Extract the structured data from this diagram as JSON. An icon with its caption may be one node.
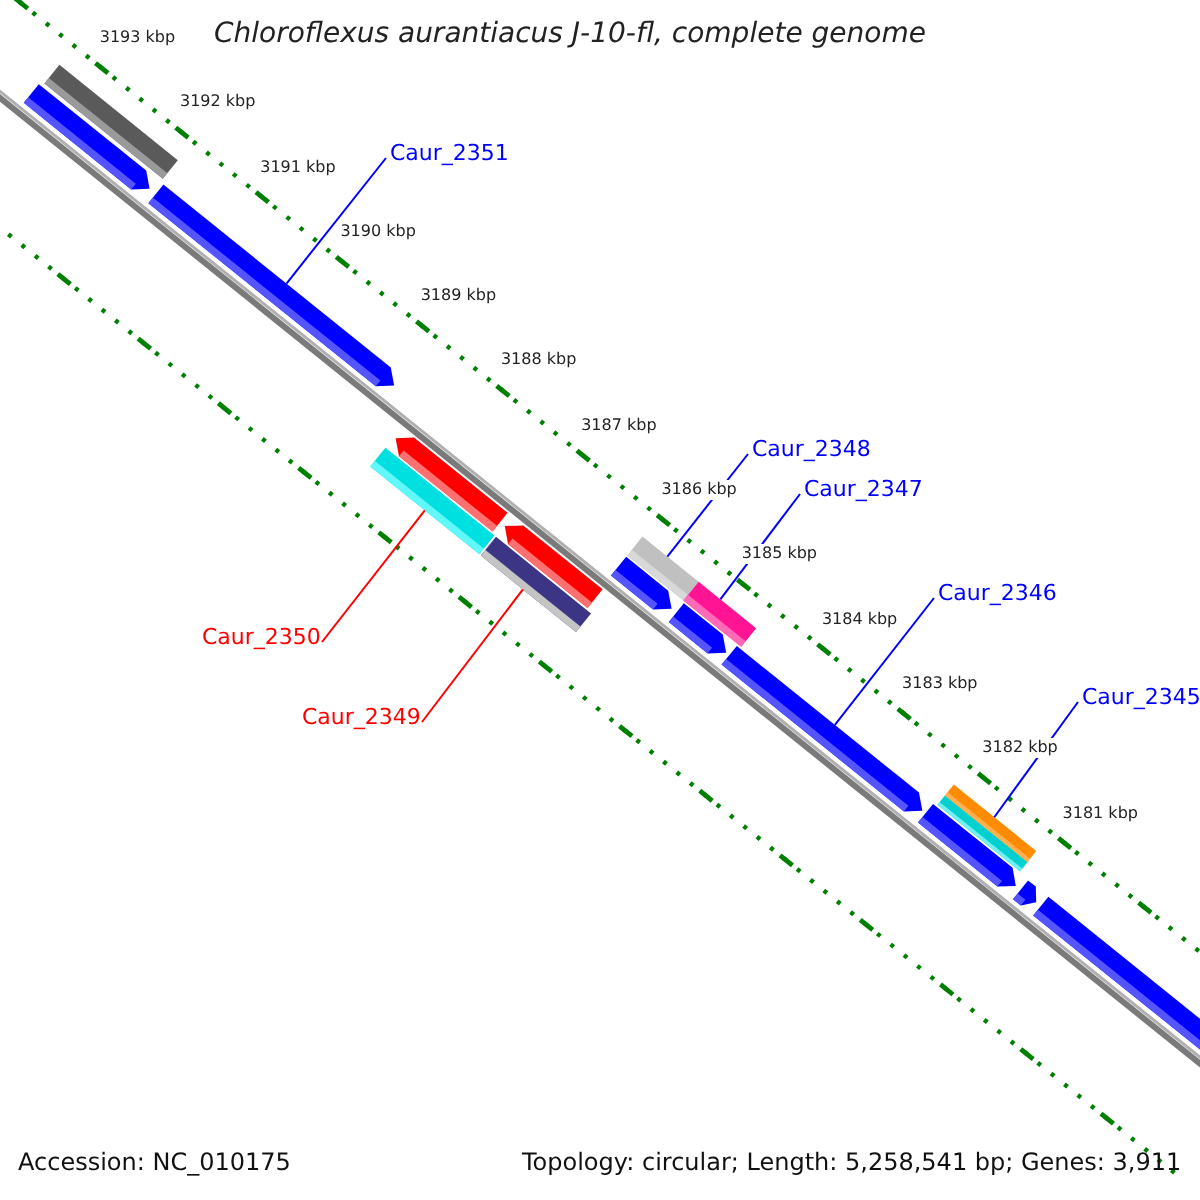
{
  "diagram": {
    "title": "Chloroflexus aurantiacus J-10-fl, complete genome",
    "nodes": [
      {
        "text": [
          "Caur_2351"
        ]
      },
      {
        "text": [
          "Caur_2348"
        ]
      },
      {
        "text": [
          "Caur_2347"
        ]
      },
      {
        "text": [
          "Caur_2346"
        ]
      },
      {
        "text": [
          "Caur_2345"
        ]
      },
      {
        "text": [
          "Caur_2350"
        ]
      },
      {
        "text": [
          "Caur_2349"
        ]
      },
      {
        "text": [],
        "shape": "arrow"
      },
      {
        "text": [],
        "shape": "bar"
      },
      {
        "text": [],
        "shape": "arrow"
      },
      {
        "text": [],
        "shape": "bar"
      },
      {
        "text": [],
        "shape": "arrow"
      },
      {
        "text": [],
        "shape": "bar"
      },
      {
        "text": [],
        "shape": "arrow"
      },
      {
        "text": [],
        "shape": "arrow"
      },
      {
        "text": [],
        "shape": "bar"
      },
      {
        "text": [],
        "shape": "bar"
      },
      {
        "text": [],
        "shape": "arrow"
      },
      {
        "text": [],
        "shape": "arrow"
      },
      {
        "text": [],
        "shape": "arrow"
      },
      {
        "text": [],
        "shape": "bar"
      },
      {
        "text": [],
        "shape": "bar"
      },
      {
        "text": [],
        "shape": "arrow"
      },
      {
        "text": [],
        "shape": "arrow"
      }
    ],
    "edges": [
      {
        "from": 0,
        "to": 9,
        "arrow": "none"
      },
      {
        "from": 5,
        "to": 10,
        "arrow": "none",
        "color": "#ff0000"
      },
      {
        "from": 6,
        "to": 12,
        "arrow": "none",
        "color": "#ff0000"
      },
      {
        "from": 1,
        "to": 15,
        "arrow": "none"
      },
      {
        "from": 2,
        "to": 16,
        "arrow": "none"
      },
      {
        "from": 3,
        "to": 18,
        "arrow": "none"
      },
      {
        "from": 4,
        "to": 21,
        "arrow": "none"
      }
    ],
    "labels": [
      "3193 kbp",
      "3192 kbp",
      "3191 kbp",
      "3190 kbp",
      "3189 kbp",
      "3188 kbp",
      "3187 kbp",
      "3186 kbp",
      "3185 kbp",
      "3184 kbp",
      "3183 kbp",
      "3182 kbp",
      "3181 kbp",
      "Accession: NC_010175",
      "Topology: circular; Length: 5,258,541 bp; Genes: 3,911"
    ]
  }
}
